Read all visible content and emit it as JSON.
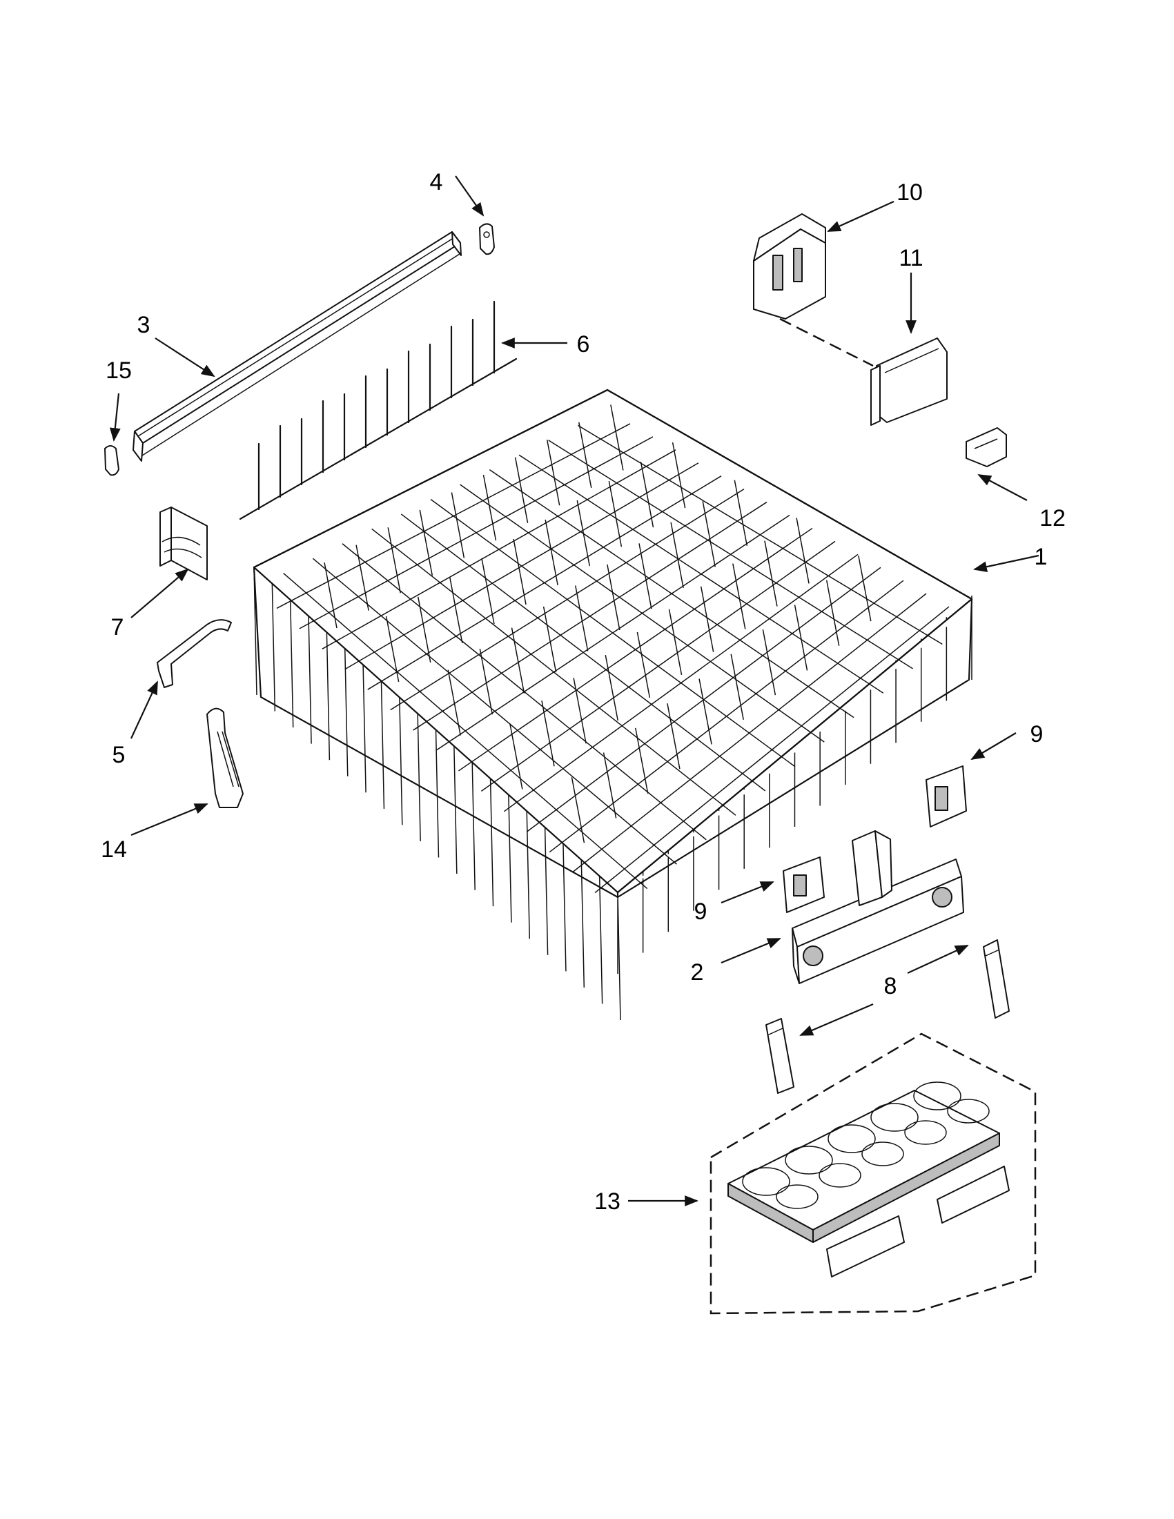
{
  "callouts": [
    {
      "id": "c1",
      "text": "1"
    },
    {
      "id": "c2",
      "text": "2"
    },
    {
      "id": "c3",
      "text": "3"
    },
    {
      "id": "c4",
      "text": "4"
    },
    {
      "id": "c5",
      "text": "5"
    },
    {
      "id": "c6",
      "text": "6"
    },
    {
      "id": "c7",
      "text": "7"
    },
    {
      "id": "c8",
      "text": "8"
    },
    {
      "id": "c9a",
      "text": "9"
    },
    {
      "id": "c9b",
      "text": "9"
    },
    {
      "id": "c10",
      "text": "10"
    },
    {
      "id": "c11",
      "text": "11"
    },
    {
      "id": "c12",
      "text": "12"
    },
    {
      "id": "c13",
      "text": "13"
    },
    {
      "id": "c14",
      "text": "14"
    },
    {
      "id": "c15",
      "text": "15"
    }
  ]
}
